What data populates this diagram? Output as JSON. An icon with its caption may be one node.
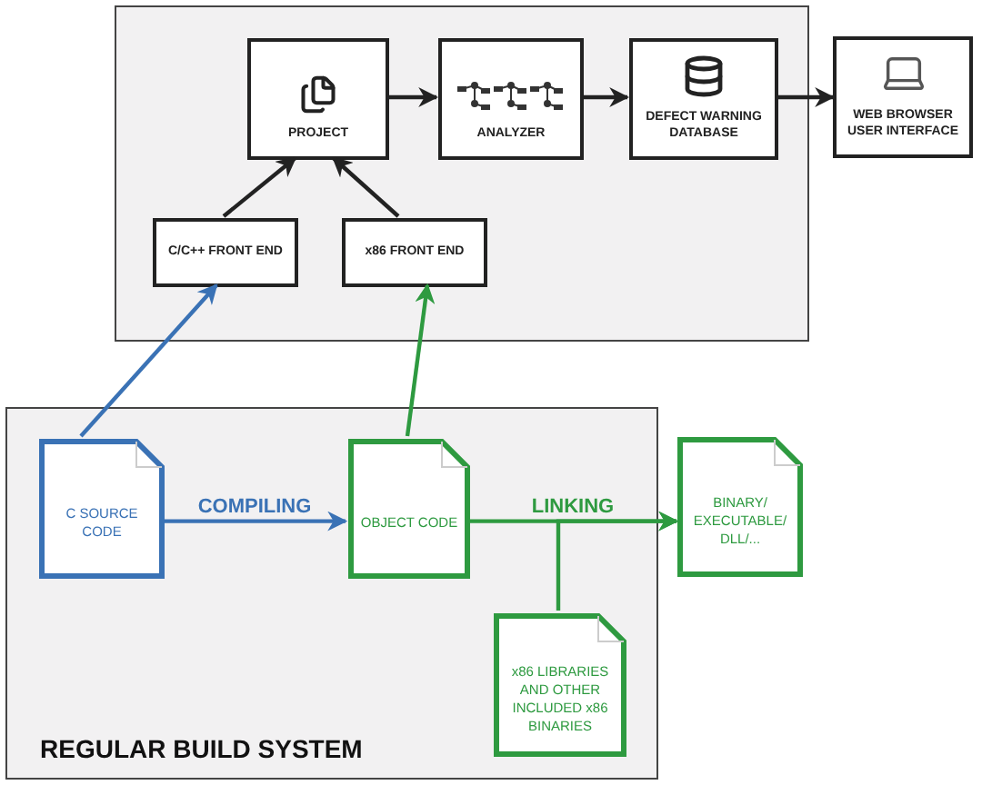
{
  "diagram": {
    "nodes": [
      {
        "text": [],
        "shape": "box"
      },
      {
        "text": [
          "PROJECT"
        ],
        "in": 0
      },
      {
        "text": [
          "ANALYZER"
        ],
        "in": 0
      },
      {
        "text": [
          "DEFECT WARNING DATABASE"
        ],
        "in": 0
      },
      {
        "text": [
          "WEB BROWSER USER INTERFACE"
        ]
      },
      {
        "text": [
          "C/C++ FRONT END"
        ],
        "in": 0
      },
      {
        "text": [
          "x86 FRONT END"
        ],
        "in": 0
      },
      {
        "text": [
          "REGULAR BUILD SYSTEM"
        ]
      },
      {
        "text": [
          "C SOURCE CODE"
        ],
        "in": 7
      },
      {
        "text": [
          "OBJECT CODE"
        ],
        "in": 7
      },
      {
        "text": [
          "BINARY/ EXECUTABLE/ DLL/..."
        ]
      },
      {
        "text": [
          "x86 LIBRARIES AND OTHER INCLUDED x86 BINARIES"
        ],
        "in": 7
      }
    ],
    "edges": [
      {
        "from": 8,
        "to": 5,
        "arrow": "to",
        "color": "#3a72b5"
      },
      {
        "from": 8,
        "to": 9,
        "arrow": "to",
        "label": "COMPILING",
        "color": "#3a72b5"
      },
      {
        "from": 9,
        "to": 6,
        "arrow": "to",
        "color": "#2e9a40"
      },
      {
        "from": 9,
        "to": 10,
        "arrow": "to",
        "label": "LINKING",
        "color": "#2e9a40"
      },
      {
        "from": 11,
        "to": 10,
        "arrow": "to",
        "color": "#2e9a40"
      },
      {
        "from": 5,
        "to": 1,
        "arrow": "to"
      },
      {
        "from": 6,
        "to": 1,
        "arrow": "to"
      },
      {
        "from": 1,
        "to": 2,
        "arrow": "to"
      },
      {
        "from": 2,
        "to": 3,
        "arrow": "to"
      },
      {
        "from": 3,
        "to": 4,
        "arrow": "to"
      }
    ]
  }
}
